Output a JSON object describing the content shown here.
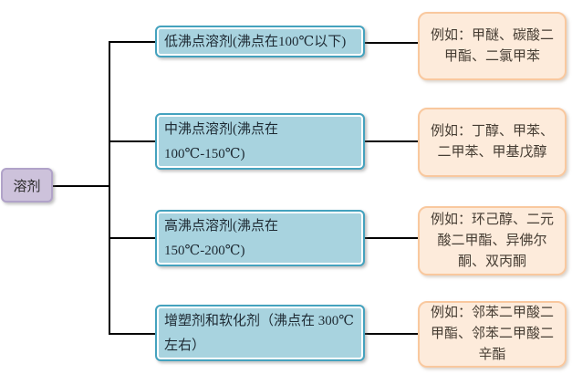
{
  "diagram": {
    "root": {
      "label": "溶剂"
    },
    "rows": [
      {
        "category": "低沸点溶剂(沸点在100℃以下)",
        "examples": "例如：甲醚、碳酸二甲酯、二氯甲苯"
      },
      {
        "category": "中沸点溶剂(沸点在 100℃-150℃)",
        "examples": "例如：丁醇、甲苯、二甲苯、甲基戊醇"
      },
      {
        "category": "高沸点溶剂(沸点在 150℃-200℃)",
        "examples": "例如：环己醇、二元酸二甲酯、异佛尔酮、双丙酮"
      },
      {
        "category": "增塑剂和软化剂（沸点在 300℃左右）",
        "examples": "例如：邻苯二甲酸二甲酯、邻苯二甲酸二辛酯"
      }
    ],
    "colors": {
      "root_fill": "#CDC2DB",
      "root_border": "#B1A3C9",
      "category_fill": "#A8D3DF",
      "category_border": "#44A2BE",
      "example_fill": "#FDEBDB",
      "example_border": "#F9C89E",
      "connector": "#000000"
    }
  }
}
